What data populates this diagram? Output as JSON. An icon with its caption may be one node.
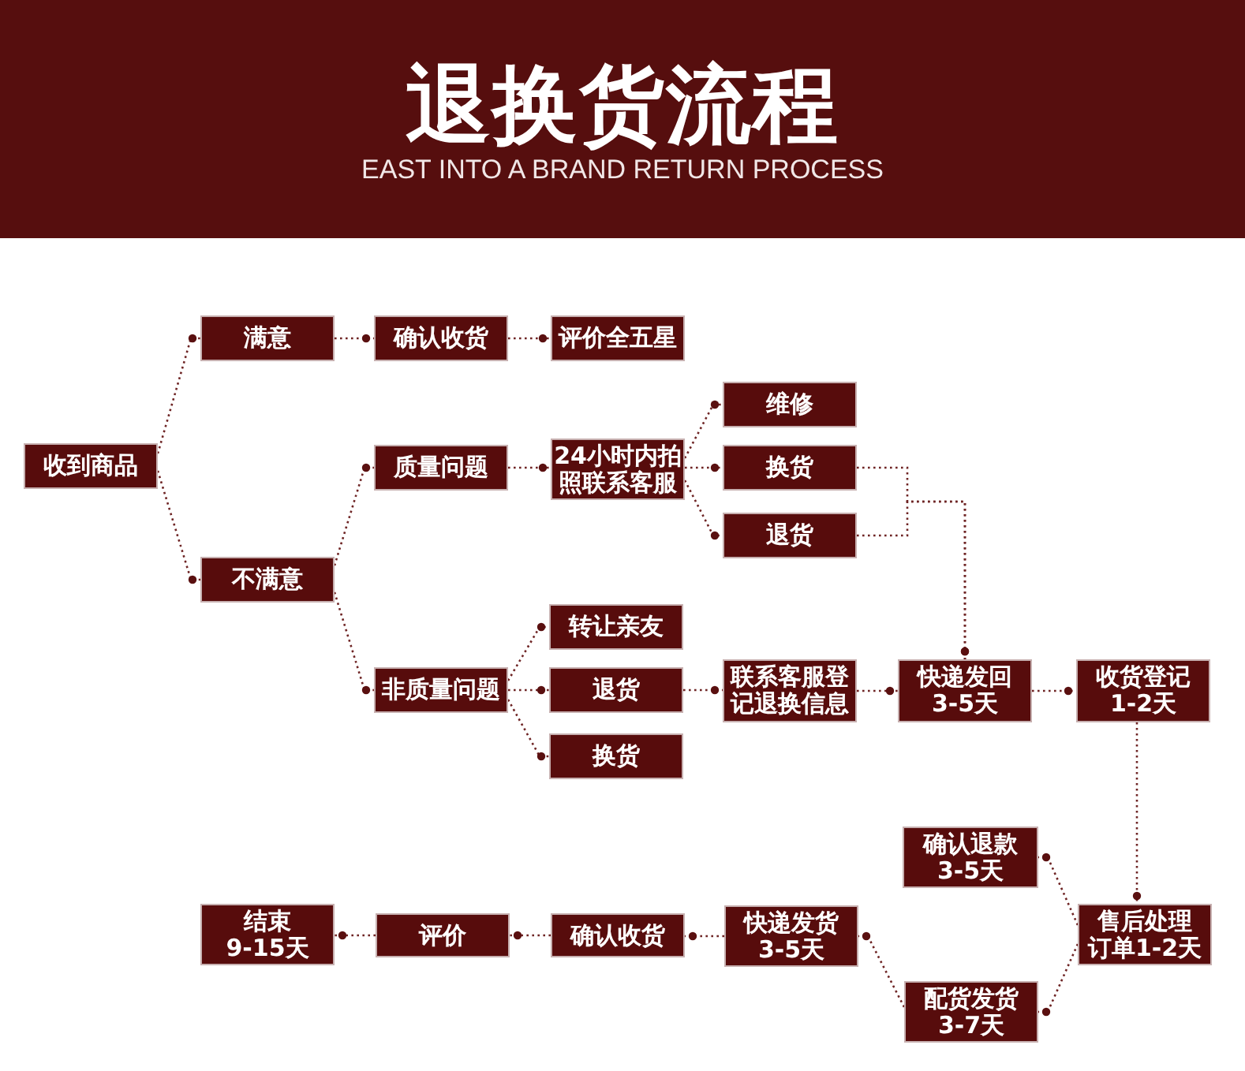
{
  "diagram": {
    "title": "退换货流程",
    "nodes": [
      {
        "text": [
          "收到商品"
        ]
      },
      {
        "text": [
          "满意"
        ]
      },
      {
        "text": [
          "确认收货"
        ]
      },
      {
        "text": [
          "评价全五星"
        ]
      },
      {
        "text": [
          "不满意"
        ]
      },
      {
        "text": [
          "质量问题"
        ]
      },
      {
        "text": [
          "24小时内拍照联系客服"
        ]
      },
      {
        "text": [
          "维修"
        ]
      },
      {
        "text": [
          "换货"
        ]
      },
      {
        "text": [
          "退货"
        ]
      },
      {
        "text": [
          "非质量问题"
        ]
      },
      {
        "text": [
          "转让亲友"
        ]
      },
      {
        "text": [
          "退货"
        ]
      },
      {
        "text": [
          "换货"
        ]
      },
      {
        "text": [
          "联系客服登记退换信息"
        ]
      },
      {
        "text": [
          "快递发回",
          "3-5天"
        ]
      },
      {
        "text": [
          "收货登记",
          "1-2天"
        ]
      },
      {
        "text": [
          "售后处理",
          "订单1-2天"
        ]
      },
      {
        "text": [
          "确认退款",
          "3-5天"
        ]
      },
      {
        "text": [
          "配货发货",
          "3-7天"
        ]
      },
      {
        "text": [
          "快递发货",
          "3-5天"
        ]
      },
      {
        "text": [
          "确认收货"
        ]
      },
      {
        "text": [
          "评价"
        ]
      },
      {
        "text": [
          "结束",
          "9-15天"
        ]
      }
    ],
    "edges": [
      {
        "from": 0,
        "to": 1,
        "arrow": "other"
      },
      {
        "from": 1,
        "to": 2,
        "arrow": "other"
      },
      {
        "from": 2,
        "to": 3,
        "arrow": "other"
      },
      {
        "from": 0,
        "to": 4,
        "arrow": "other"
      },
      {
        "from": 4,
        "to": 5,
        "arrow": "other"
      },
      {
        "from": 5,
        "to": 6,
        "arrow": "other"
      },
      {
        "from": 6,
        "to": 7,
        "arrow": "other"
      },
      {
        "from": 6,
        "to": 8,
        "arrow": "other"
      },
      {
        "from": 6,
        "to": 9,
        "arrow": "other"
      },
      {
        "from": 4,
        "to": 10,
        "arrow": "other"
      },
      {
        "from": 10,
        "to": 11,
        "arrow": "other"
      },
      {
        "from": 10,
        "to": 12,
        "arrow": "other"
      },
      {
        "from": 10,
        "to": 13,
        "arrow": "other"
      },
      {
        "from": 8,
        "to": 15,
        "arrow": "other"
      },
      {
        "from": 9,
        "to": 15,
        "arrow": "other"
      },
      {
        "from": 12,
        "to": 14,
        "arrow": "other"
      },
      {
        "from": 14,
        "to": 15,
        "arrow": "other"
      },
      {
        "from": 15,
        "to": 16,
        "arrow": "other"
      },
      {
        "from": 16,
        "to": 17,
        "arrow": "other"
      },
      {
        "from": 17,
        "to": 18,
        "arrow": "other"
      },
      {
        "from": 17,
        "to": 19,
        "arrow": "other"
      },
      {
        "from": 19,
        "to": 20,
        "arrow": "other"
      },
      {
        "from": 20,
        "to": 21,
        "arrow": "other"
      },
      {
        "from": 21,
        "to": 22,
        "arrow": "other"
      },
      {
        "from": 22,
        "to": 23,
        "arrow": "other"
      }
    ],
    "labels": [
      "EAST INTO A BRAND RETURN PROCESS"
    ]
  }
}
